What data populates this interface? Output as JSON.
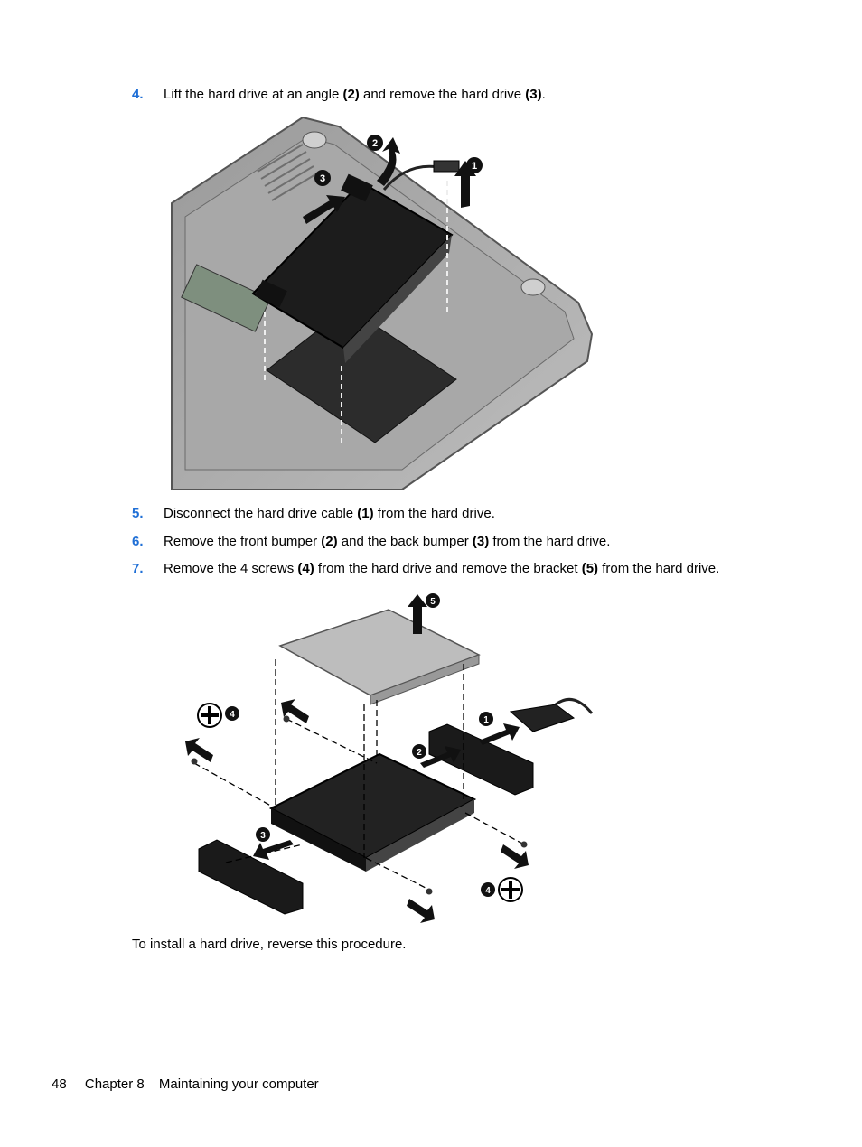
{
  "steps": [
    {
      "num": "4.",
      "parts": [
        "Lift the hard drive at an angle ",
        "(2)",
        " and remove the hard drive ",
        "(3)",
        "."
      ]
    },
    {
      "num": "5.",
      "parts": [
        "Disconnect the hard drive cable ",
        "(1)",
        " from the hard drive."
      ]
    },
    {
      "num": "6.",
      "parts": [
        "Remove the front bumper ",
        "(2)",
        " and the back bumper ",
        "(3)",
        " from the hard drive."
      ]
    },
    {
      "num": "7.",
      "parts": [
        "Remove the 4 screws ",
        "(4)",
        " from the hard drive and remove the bracket ",
        "(5)",
        " from the hard drive."
      ]
    }
  ],
  "figure1": {
    "callouts": [
      "1",
      "2",
      "3"
    ]
  },
  "figure2": {
    "callouts": [
      "1",
      "2",
      "3",
      "4",
      "4",
      "5"
    ]
  },
  "closing": "To install a hard drive, reverse this procedure.",
  "footer": {
    "page": "48",
    "chapter": "Chapter 8",
    "title": "Maintaining your computer"
  },
  "colors": {
    "step_number": "#1f6fd6"
  }
}
